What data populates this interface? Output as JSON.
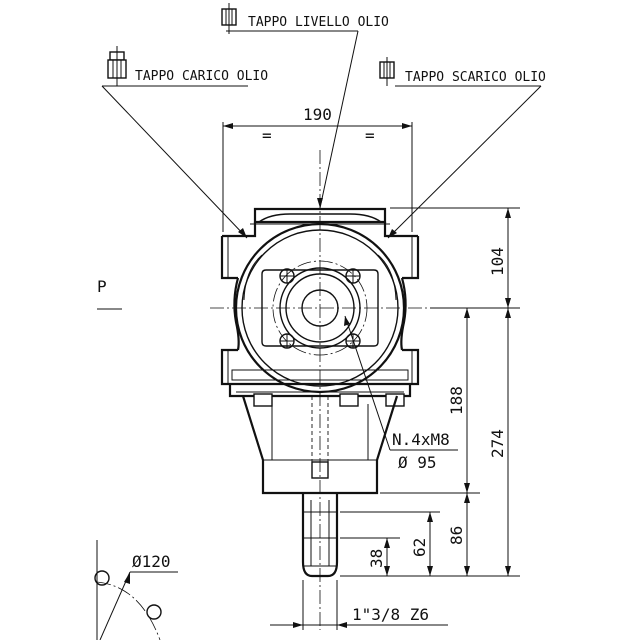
{
  "labels": {
    "oil_level_plug": "TAPPO LIVELLO OLIO",
    "oil_fill_plug": "TAPPO CARICO OLIO",
    "oil_drain_plug": "TAPPO SCARICO OLIO",
    "view_letter": "P"
  },
  "dimensions": {
    "overall_width": "190",
    "equal_left": "=",
    "equal_right": "=",
    "upper_height": "104",
    "output_height": "274",
    "center_to_flange": "188",
    "shaft_total": "86",
    "shaft_spline": "62",
    "shaft_short": "38",
    "bolt_note": "N.4xM8",
    "bolt_circle": "Ø 95",
    "pitch_circle": "Ø120",
    "spline_spec": "1\"3/8 Z6"
  }
}
